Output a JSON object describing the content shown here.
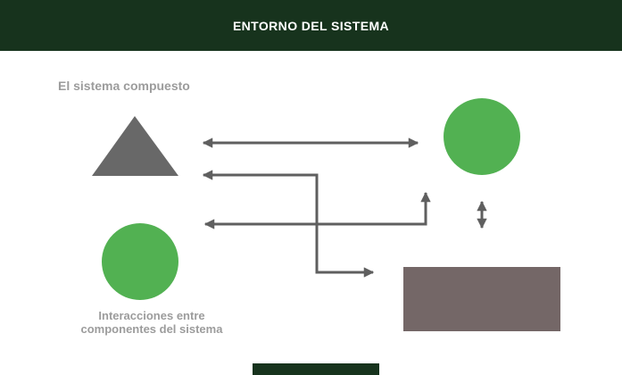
{
  "header": {
    "title": "ENTORNO DEL SISTEMA"
  },
  "diagram": {
    "label_top": "El sistema compuesto",
    "caption_line1": "Interacciones entre",
    "caption_line2": "componentes del sistema",
    "shapes": [
      {
        "name": "triangle",
        "color": "#686868",
        "position": "upper-left"
      },
      {
        "name": "circle",
        "color": "#52b152",
        "position": "upper-right"
      },
      {
        "name": "circle",
        "color": "#52b152",
        "position": "lower-left"
      },
      {
        "name": "rectangle",
        "color": "#746767",
        "position": "lower-right"
      }
    ],
    "arrows": [
      {
        "name": "double-arrow-horizontal",
        "from": "triangle",
        "to": "circle-top-right"
      },
      {
        "name": "double-arrow-elbow-down",
        "from": "triangle",
        "to": "rectangle-area"
      },
      {
        "name": "double-arrow-elbow-up",
        "from": "circle-bottom-left-row",
        "to": "above-rectangle"
      },
      {
        "name": "double-arrow-vertical",
        "from": "circle-top-right",
        "to": "rectangle"
      }
    ]
  },
  "colors": {
    "header_green": "#17331d",
    "shape_green": "#52b152",
    "shape_gray": "#686868",
    "shape_mauve": "#746767",
    "arrow_gray": "#5f5f5f",
    "label_gray": "#9c9c9c",
    "title_white": "#ffffff"
  }
}
